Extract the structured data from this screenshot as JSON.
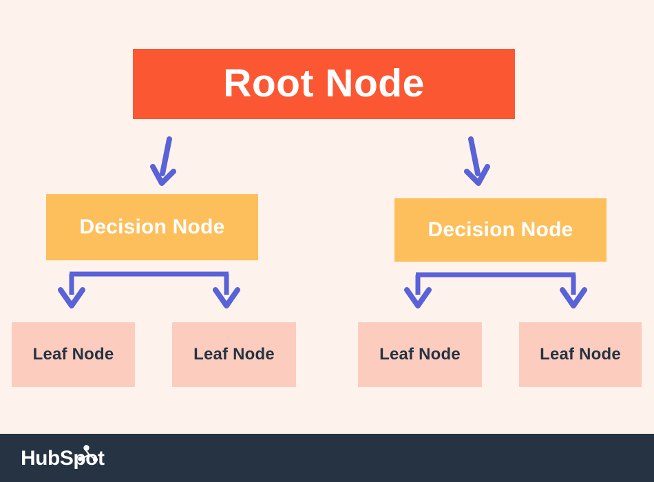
{
  "diagram": {
    "type": "decision-tree",
    "background_color": "#fdf3ec",
    "nodes": {
      "root": {
        "label": "Root Node",
        "color": "#fb5733",
        "text_color": "#ffffff"
      },
      "decision": [
        {
          "label": "Decision Node",
          "color": "#fdbf5b",
          "text_color": "#ffffff"
        },
        {
          "label": "Decision Node",
          "color": "#fdbf5b",
          "text_color": "#ffffff"
        }
      ],
      "leaves": [
        {
          "label": "Leaf Node",
          "color": "#fcccbe",
          "text_color": "#253342"
        },
        {
          "label": "Leaf Node",
          "color": "#fcccbe",
          "text_color": "#253342"
        },
        {
          "label": "Leaf Node",
          "color": "#fcccbe",
          "text_color": "#253342"
        },
        {
          "label": "Leaf Node",
          "color": "#fcccbe",
          "text_color": "#253342"
        }
      ]
    },
    "connector_color": "#5a62d8"
  },
  "footer": {
    "background_color": "#253342",
    "brand": "HubSpot",
    "logo_icon": "hubspot-sprocket-icon"
  }
}
